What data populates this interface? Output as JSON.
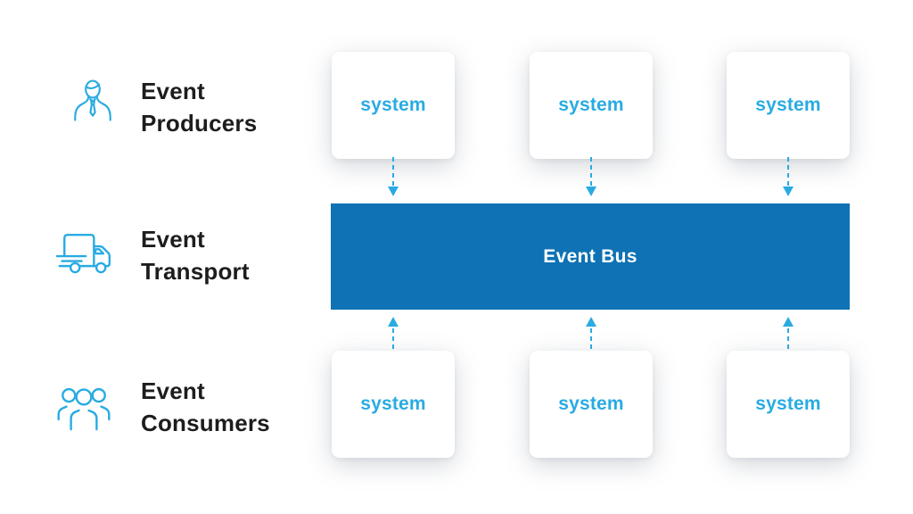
{
  "palette": {
    "accent_blue": "#29abe2",
    "bus_blue": "#0e72b4",
    "label_dark": "#1d1d1f",
    "card_bg": "#ffffff"
  },
  "legend": {
    "rows": [
      {
        "label": "Event Producers",
        "icon": "businessman-icon"
      },
      {
        "label": "Event Transport",
        "icon": "delivery-truck-icon"
      },
      {
        "label": "Event Consumers",
        "icon": "people-group-icon"
      }
    ]
  },
  "producers": {
    "systems": [
      "system",
      "system",
      "system"
    ]
  },
  "event_bus": {
    "label": "Event Bus"
  },
  "consumers": {
    "systems": [
      "system",
      "system",
      "system"
    ]
  },
  "arrows": {
    "down_count": 3,
    "up_count": 3,
    "style": "dashed",
    "color": "#29abe2"
  }
}
